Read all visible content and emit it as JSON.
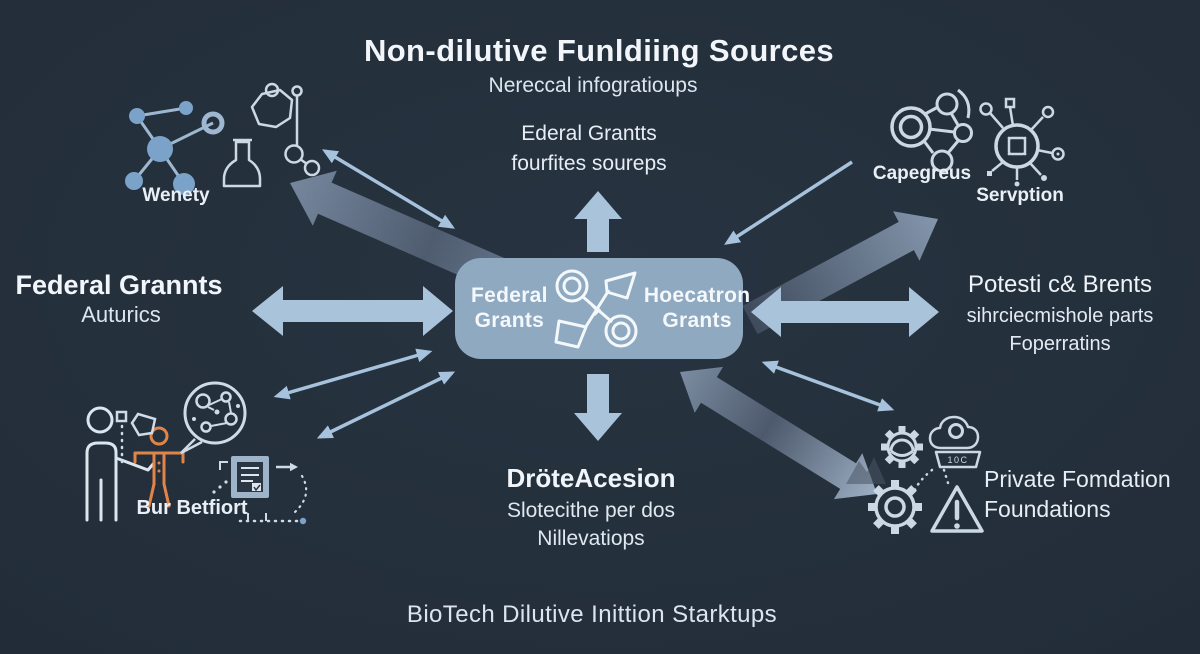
{
  "colors": {
    "background": "#232e3b",
    "background_edge": "#1a222c",
    "center_box_fill": "#8fa9c1",
    "solid_arrow": "#a9c4da",
    "thin_arrow": "#a6c2dc",
    "gradient_arrow_dark": "#4d596c",
    "gradient_arrow_light": "#9dafc4",
    "icon_stroke": "#ccd9e4",
    "molecule_fill": "#7ba3c9",
    "accent_orange": "#e0854a",
    "text_primary": "#f2f6fa",
    "text_secondary": "#dde5ee"
  },
  "title": {
    "heading": "Non-dilutive Funldiing Sources",
    "subheading": "Nereccal infogratioups"
  },
  "top_node": {
    "caption_line1": "Ederal Grantts",
    "caption_line2": "fourfites soureps"
  },
  "center": {
    "left_line1": "Federal",
    "left_line2": "Grants",
    "right_line1": "Hoecatron",
    "right_line2": "Grants"
  },
  "top_left_node": {
    "label": "Wenety"
  },
  "left_node": {
    "title": "Federal Grannts",
    "subtitle": "Auturics"
  },
  "top_right_node": {
    "label_gear": "Capegreus",
    "label_network": "Servption"
  },
  "right_node": {
    "line1": "Potesti c& Brents",
    "line2": "sihrciecmishole parts",
    "line3": "Foperratins"
  },
  "bottom_left_node": {
    "label": "Bur Betfiort"
  },
  "bottom_center_node": {
    "title": "DröteAcesion",
    "line2": "Slotecithe per dos",
    "line3": "Nillevatiops"
  },
  "bottom_right_node": {
    "line1": "Private Fomdation",
    "line2": "Foundations",
    "server_badge": "10C"
  },
  "footer": {
    "caption": "BioTech Dilutive Inittion Starktups"
  },
  "icons": {
    "center": [
      "crossed-flags-icon"
    ],
    "top_left": [
      "molecule-icon",
      "flask-icon"
    ],
    "top_right": [
      "gear-molecule-icon",
      "network-node-icon"
    ],
    "bottom_left": [
      "person-icon",
      "orange-figure-icon",
      "network-bubble-icon",
      "document-icon"
    ],
    "bottom_right": [
      "gear-head-icon",
      "cloud-server-icon",
      "gear-icon",
      "warning-triangle-icon"
    ]
  }
}
